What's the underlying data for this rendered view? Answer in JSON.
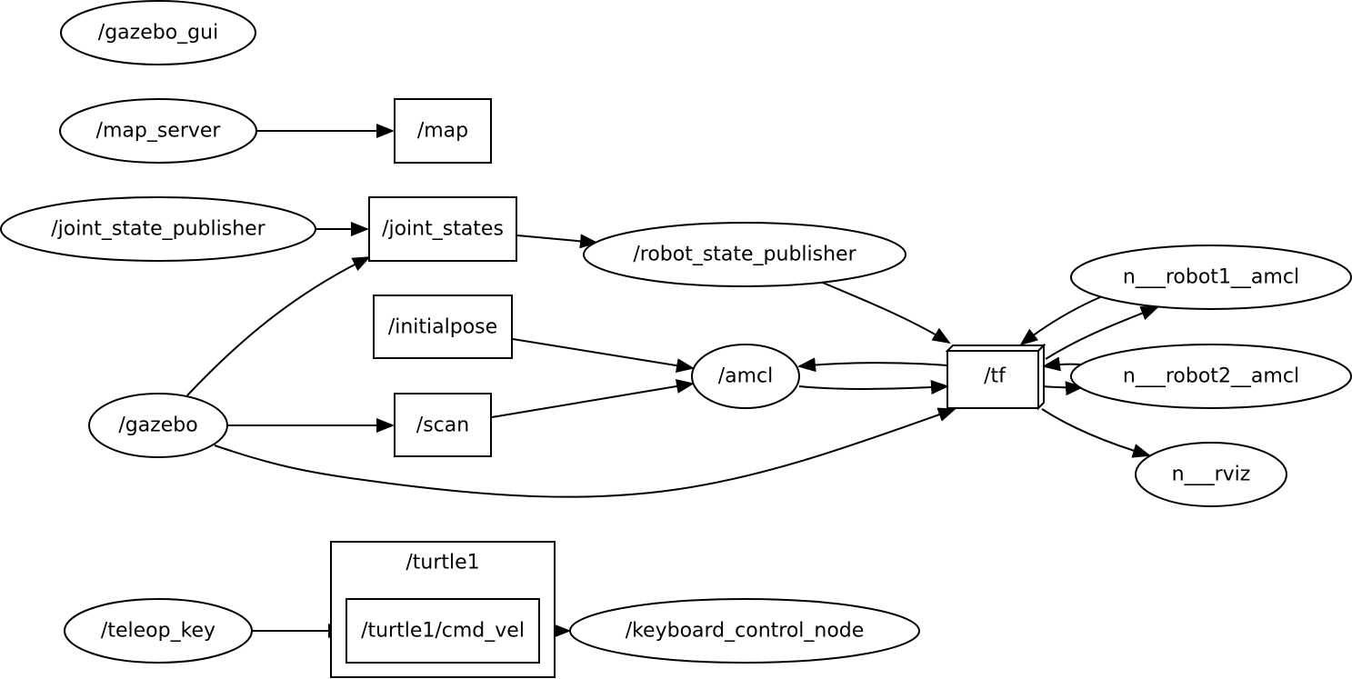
{
  "colors": {
    "stroke": "#000000",
    "background": "#ffffff",
    "text": "#000000"
  },
  "nodes": {
    "gazebo_gui": "/gazebo_gui",
    "map_server": "/map_server",
    "map": "/map",
    "joint_state_publisher": "/joint_state_publisher",
    "joint_states": "/joint_states",
    "robot_state_publisher": "/robot_state_publisher",
    "initialpose": "/initialpose",
    "amcl": "/amcl",
    "tf": "/tf",
    "robot1_amcl": "n___robot1__amcl",
    "robot2_amcl": "n___robot2__amcl",
    "rviz": "n___rviz",
    "gazebo": "/gazebo",
    "scan": "/scan",
    "turtle1": "/turtle1",
    "turtle1_cmd_vel": "/turtle1/cmd_vel",
    "teleop_key": "/teleop_key",
    "keyboard_control_node": "/keyboard_control_node"
  },
  "edges": [
    {
      "from": "map_server",
      "to": "map"
    },
    {
      "from": "joint_state_publisher",
      "to": "joint_states"
    },
    {
      "from": "joint_states",
      "to": "robot_state_publisher"
    },
    {
      "from": "robot_state_publisher",
      "to": "tf"
    },
    {
      "from": "gazebo",
      "to": "joint_states"
    },
    {
      "from": "gazebo",
      "to": "scan"
    },
    {
      "from": "gazebo",
      "to": "tf"
    },
    {
      "from": "initialpose",
      "to": "amcl"
    },
    {
      "from": "scan",
      "to": "amcl"
    },
    {
      "from": "tf",
      "to": "amcl"
    },
    {
      "from": "amcl",
      "to": "tf"
    },
    {
      "from": "robot1_amcl",
      "to": "tf"
    },
    {
      "from": "tf",
      "to": "robot1_amcl"
    },
    {
      "from": "robot2_amcl",
      "to": "tf"
    },
    {
      "from": "tf",
      "to": "robot2_amcl"
    },
    {
      "from": "tf",
      "to": "rviz"
    },
    {
      "from": "teleop_key",
      "to": "turtle1_cmd_vel"
    },
    {
      "from": "turtle1_cmd_vel",
      "to": "keyboard_control_node"
    }
  ]
}
